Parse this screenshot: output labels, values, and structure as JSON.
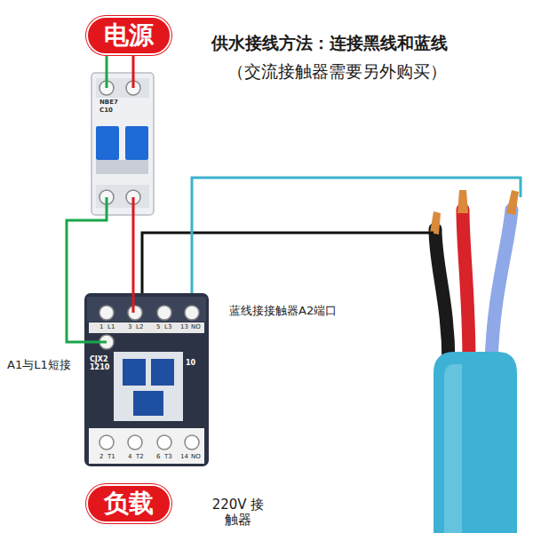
{
  "diagram": {
    "title": "供水接线方法：连接黑线和蓝线",
    "nodes": [
      {
        "text": [
          "电源"
        ]
      },
      {
        "text": [
          "NBE7",
          "C10"
        ]
      },
      {
        "text": [
          "CJX2 1210",
          "10"
        ]
      },
      {
        "text": [
          "负载"
        ]
      }
    ],
    "edges": [
      {
        "from": 0,
        "to": 1,
        "arrow": "none"
      },
      {
        "from": 0,
        "to": 1,
        "arrow": "none"
      },
      {
        "from": 1,
        "to": 2,
        "arrow": "none"
      },
      {
        "from": 1,
        "to": 2,
        "arrow": "none"
      }
    ],
    "labels": [
      "（交流接触器需要另外购买）",
      "蓝线接接触器A2端口",
      "A1与L1短接",
      "1",
      "L1",
      "3",
      "L2",
      "5",
      "L3",
      "13",
      "NO",
      "2",
      "T1",
      "4",
      "T2",
      "6",
      "T3",
      "14",
      "NO",
      "220V 接触器"
    ]
  }
}
